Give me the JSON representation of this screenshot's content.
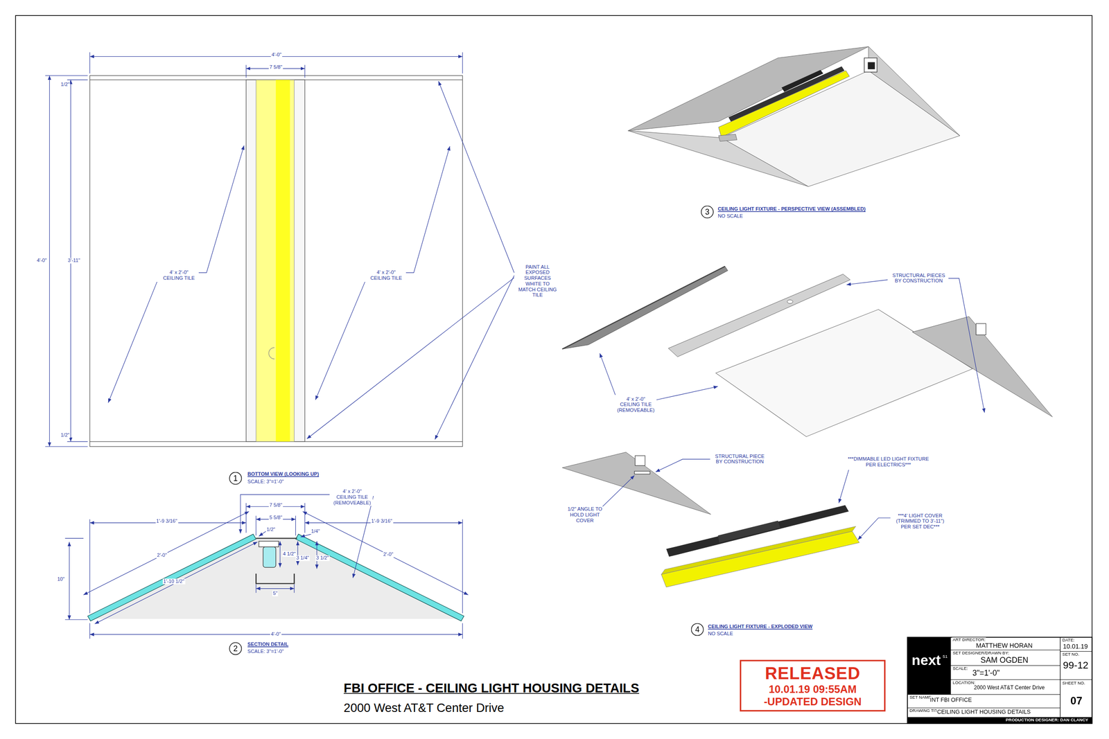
{
  "diagram": {
    "title": "FBI OFFICE - CEILING LIGHT HOUSING DETAILS",
    "nodes": [
      {
        "text": [
          "1"
        ]
      },
      {
        "text": [
          "2"
        ]
      },
      {
        "text": [
          "3"
        ]
      },
      {
        "text": [
          "4"
        ]
      },
      {
        "text": [
          "RELEASED",
          "10.01.19 09:55AM",
          "-UPDATED DESIGN"
        ]
      }
    ],
    "edges": [],
    "labels": [
      "4'-0\"",
      "7 5/8\"",
      "1/2\"",
      "4'-0\"",
      "3'-11\"",
      "1/2\"",
      "4' x 2'-0\" CEILING TILE",
      "4' x 2'-0\" CEILING TILE",
      "PAINT ALL EXPOSED SURFACES WHITE TO MATCH CEILING TILE",
      "BOTTOM VIEW (LOOKING UP)",
      "SCALE: 3\"=1'-0\"",
      "4' x 2'-0\" CEILING TILE (REMOVEABLE)",
      "7 5/8\"",
      "5 5/8\"",
      "1'-9 3/16\"",
      "1'-9 3/16\"",
      "1/2\"",
      "1/4\"",
      "4 1/2\"",
      "3 1/4\"",
      "3 1/2\"",
      "2'-0\"",
      "2'-0\"",
      "10\"",
      "1'-10 1/2\"",
      "5\"",
      "4'-0\"",
      "SECTION DETAIL",
      "SCALE: 3\"=1'-0\"",
      "CEILING LIGHT FIXTURE - PERSPECTIVE VIEW (ASSEMBLED)",
      "NO SCALE",
      "STRUCTURAL PIECES BY CONSTRUCTION",
      "4' x 2'-0\" CEILING TILE (REMOVEABLE)",
      "STRUCTURAL PIECE BY CONSTRUCTION",
      "1/2\" ANGLE TO HOLD LIGHT COVER",
      "***DIMMABLE LED LIGHT FIXTURE PER ELECTRICS***",
      "***4' LIGHT COVER (TRIMMED TO 3'-11\") PER SET DEC***",
      "CEILING LIGHT FIXTURE - EXPLODED VIEW",
      "NO SCALE",
      "2000 West AT&T Center Drive",
      "next",
      "51",
      "ART DIRECTOR:",
      "MATTHEW HORAN",
      "SET DESIGNER/DRAWN BY:",
      "SAM OGDEN",
      "SCALE:",
      "3\"=1'-0\"",
      "LOCATION:",
      "2000 West AT&T Center Drive",
      "SET NAME:",
      "INT FBI OFFICE",
      "DRAWING TITLE:",
      "CEILING LIGHT HOUSING DETAILS",
      "DATE:",
      "10.01.19",
      "SET NO.",
      "99-12",
      "SHEET NO.",
      "07",
      "PRODUCTION DESIGNER: DAN CLANCY"
    ]
  }
}
